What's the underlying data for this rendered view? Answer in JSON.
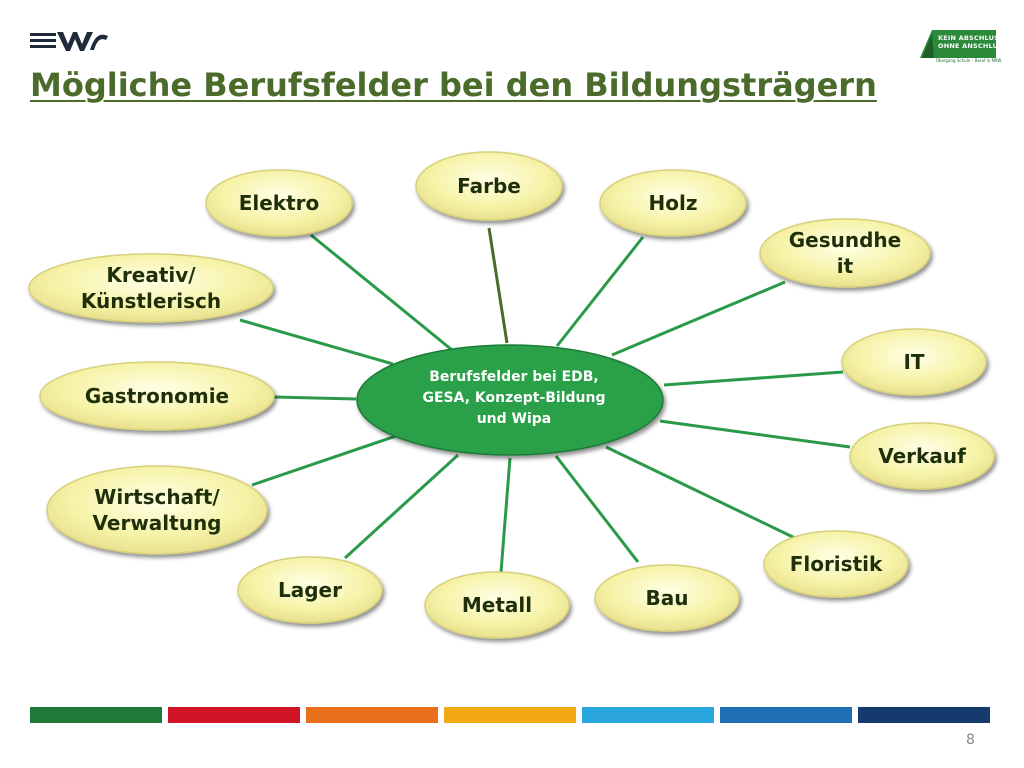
{
  "slide": {
    "title": "Mögliche Berufsfelder bei den Bildungsträgern",
    "page_number": "8"
  },
  "logo_right": {
    "line1": "KEIN ABSCHLUSS",
    "line2": "OHNE ANSCHLUSS",
    "sub": "Übergang Schule – Beruf in NRW"
  },
  "diagram": {
    "center": [
      "Berufsfelder bei EDB,",
      "GESA, Konzept-Bildung",
      "und Wipa"
    ],
    "fields": [
      [
        "Farbe"
      ],
      [
        "Elektro"
      ],
      [
        "Holz"
      ],
      [
        "Gesundhe",
        "it"
      ],
      [
        "Kreativ/",
        "Künstlerisch"
      ],
      [
        "IT"
      ],
      [
        "Gastronomie"
      ],
      [
        "Verkauf"
      ],
      [
        "Wirtschaft/",
        "Verwaltung"
      ],
      [
        "Floristik"
      ],
      [
        "Lager"
      ],
      [
        "Metall"
      ],
      [
        "Bau"
      ]
    ]
  },
  "colors": {
    "title": "#4a6b2a",
    "connector": "#2a9a48",
    "hub": "#2aa04a",
    "bubble_fill": "#f7f5b0",
    "bubble_edge": "#d8d07a",
    "footer_bar": [
      "#1f7a3a",
      "#d01428",
      "#e8701a",
      "#f3a912",
      "#2aa6dc",
      "#1f6fb4",
      "#163a6e"
    ]
  }
}
